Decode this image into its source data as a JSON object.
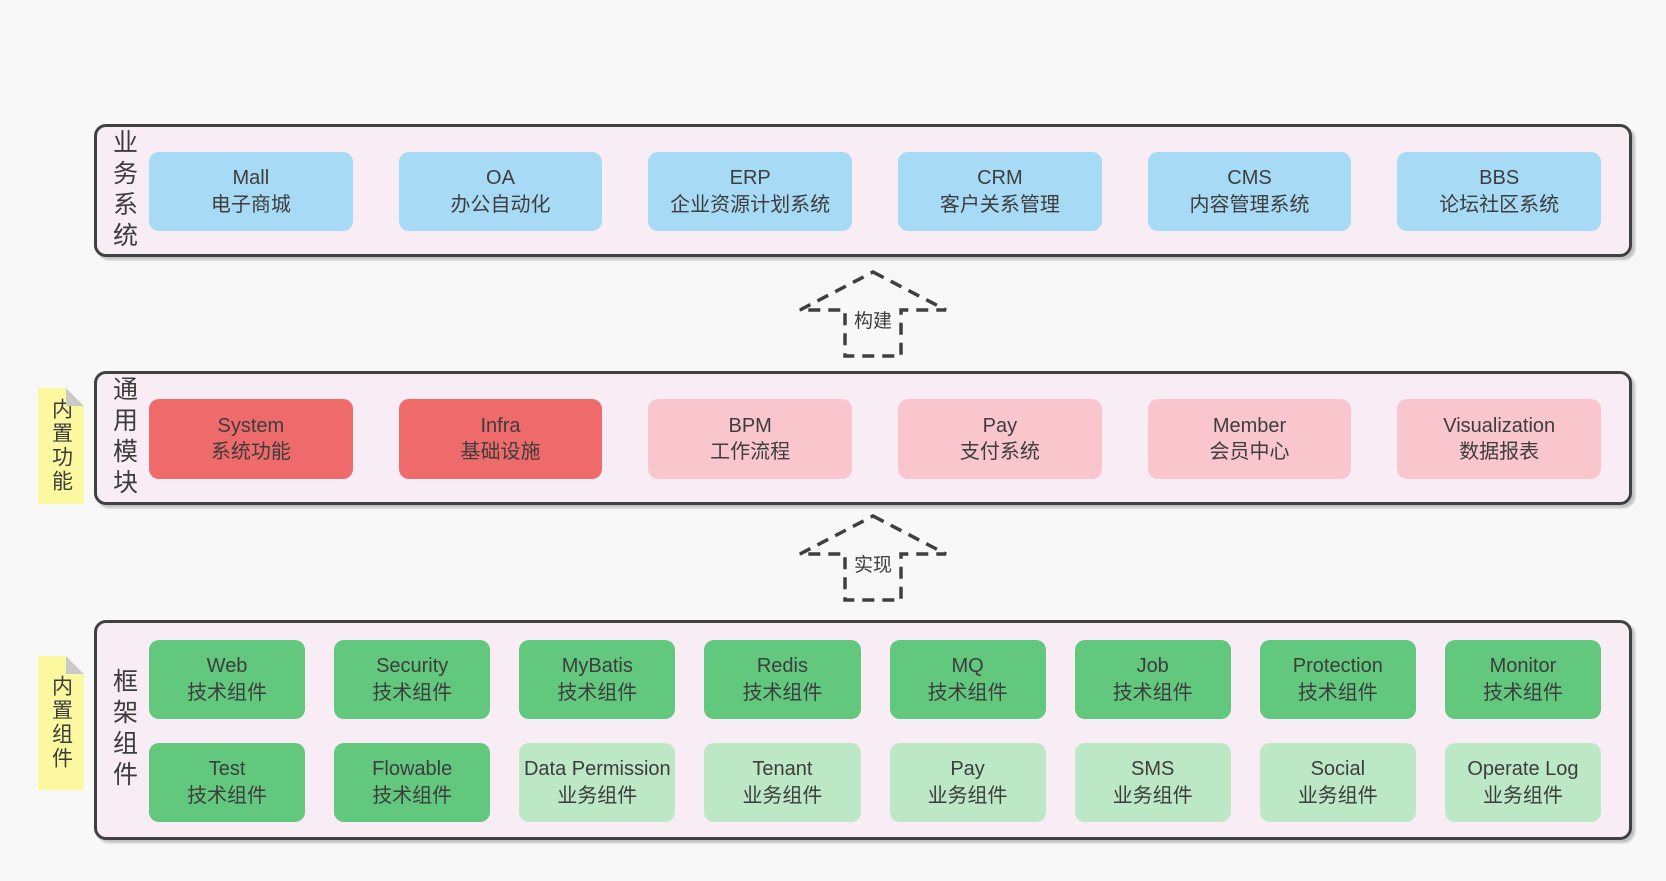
{
  "palette": {
    "canvas_bg": "#f8f8f8",
    "panel_bg": "#f8edf5",
    "panel_border": "#414141",
    "blue": "#a7dbf5",
    "red": "#ef6a6a",
    "pink": "#f9c6ce",
    "green": "#62c87e",
    "light_green": "#bce8c5",
    "note_yellow": "#fbf8a0",
    "note_fold_gray": "#c9c9c9",
    "text": "#3d3d3d"
  },
  "sections": {
    "business": {
      "side_label": "业务系统",
      "boxes": [
        {
          "title": "Mall",
          "subtitle": "电子商城",
          "variant": "blue"
        },
        {
          "title": "OA",
          "subtitle": "办公自动化",
          "variant": "blue"
        },
        {
          "title": "ERP",
          "subtitle": "企业资源计划系统",
          "variant": "blue"
        },
        {
          "title": "CRM",
          "subtitle": "客户关系管理",
          "variant": "blue"
        },
        {
          "title": "CMS",
          "subtitle": "内容管理系统",
          "variant": "blue"
        },
        {
          "title": "BBS",
          "subtitle": "论坛社区系统",
          "variant": "blue"
        }
      ]
    },
    "modules": {
      "side_label": "通用模块",
      "note_label": "内置功能",
      "boxes": [
        {
          "title": "System",
          "subtitle": "系统功能",
          "variant": "red"
        },
        {
          "title": "Infra",
          "subtitle": "基础设施",
          "variant": "red"
        },
        {
          "title": "BPM",
          "subtitle": "工作流程",
          "variant": "pink"
        },
        {
          "title": "Pay",
          "subtitle": "支付系统",
          "variant": "pink"
        },
        {
          "title": "Member",
          "subtitle": "会员中心",
          "variant": "pink"
        },
        {
          "title": "Visualization",
          "subtitle": "数据报表",
          "variant": "pink"
        }
      ]
    },
    "components": {
      "side_label": "框架组件",
      "note_label": "内置组件",
      "row1": [
        {
          "title": "Web",
          "subtitle": "技术组件",
          "variant": "green"
        },
        {
          "title": "Security",
          "subtitle": "技术组件",
          "variant": "green"
        },
        {
          "title": "MyBatis",
          "subtitle": "技术组件",
          "variant": "green"
        },
        {
          "title": "Redis",
          "subtitle": "技术组件",
          "variant": "green"
        },
        {
          "title": "MQ",
          "subtitle": "技术组件",
          "variant": "green"
        },
        {
          "title": "Job",
          "subtitle": "技术组件",
          "variant": "green"
        },
        {
          "title": "Protection",
          "subtitle": "技术组件",
          "variant": "green"
        },
        {
          "title": "Monitor",
          "subtitle": "技术组件",
          "variant": "green"
        }
      ],
      "row2": [
        {
          "title": "Test",
          "subtitle": "技术组件",
          "variant": "green"
        },
        {
          "title": "Flowable",
          "subtitle": "技术组件",
          "variant": "green"
        },
        {
          "title": "Data Permission",
          "subtitle": "业务组件",
          "variant": "lightgreen"
        },
        {
          "title": "Tenant",
          "subtitle": "业务组件",
          "variant": "lightgreen"
        },
        {
          "title": "Pay",
          "subtitle": "业务组件",
          "variant": "lightgreen"
        },
        {
          "title": "SMS",
          "subtitle": "业务组件",
          "variant": "lightgreen"
        },
        {
          "title": "Social",
          "subtitle": "业务组件",
          "variant": "lightgreen"
        },
        {
          "title": "Operate Log",
          "subtitle": "业务组件",
          "variant": "lightgreen"
        }
      ]
    }
  },
  "arrows": {
    "build": "构建",
    "implement": "实现"
  }
}
